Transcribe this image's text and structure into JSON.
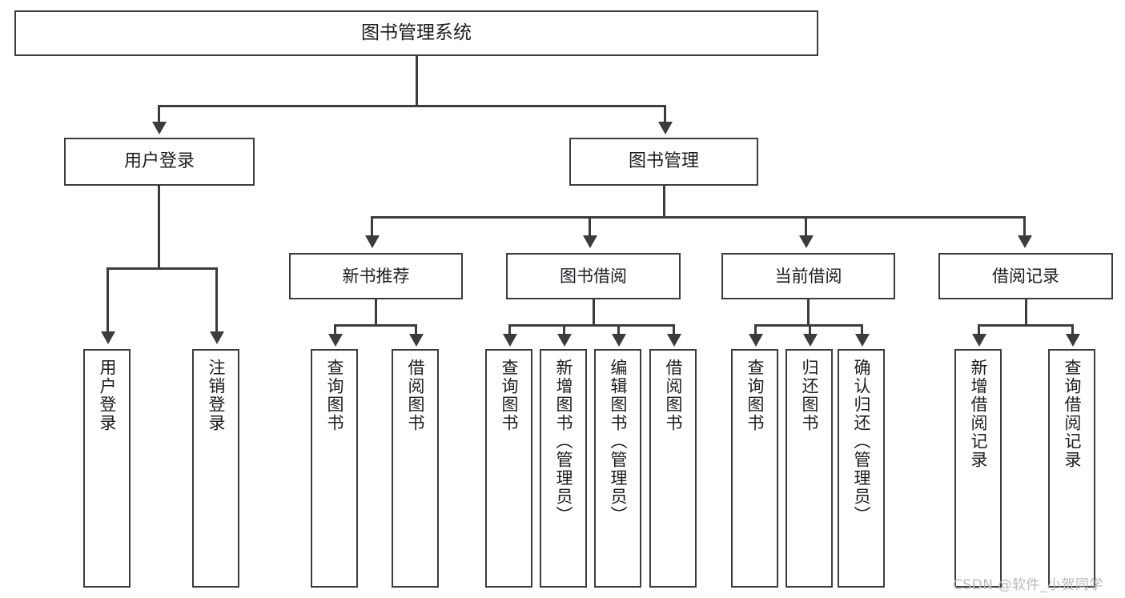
{
  "diagram": {
    "type": "tree",
    "title": "图书管理系统",
    "root": {
      "label": "图书管理系统"
    },
    "level1": [
      {
        "label": "用户登录"
      },
      {
        "label": "图书管理"
      }
    ],
    "level2": [
      {
        "label": "新书推荐"
      },
      {
        "label": "图书借阅"
      },
      {
        "label": "当前借阅"
      },
      {
        "label": "借阅记录"
      }
    ],
    "leaves": {
      "user_login": [
        {
          "label": "用户登录"
        },
        {
          "label": "注销登录"
        }
      ],
      "new_book": [
        {
          "label": "查询图书"
        },
        {
          "label": "借阅图书"
        }
      ],
      "book_borrow": [
        {
          "label": "查询图书"
        },
        {
          "label": "新增图书（管理员）"
        },
        {
          "label": "编辑图书（管理员）"
        },
        {
          "label": "借阅图书"
        }
      ],
      "current_borrow": [
        {
          "label": "查询图书"
        },
        {
          "label": "归还图书"
        },
        {
          "label": "确认归还（管理员）"
        }
      ],
      "borrow_record": [
        {
          "label": "新增借阅记录"
        },
        {
          "label": "查询借阅记录"
        }
      ]
    }
  },
  "watermark": {
    "text": "CSDN @软件_小贺同学"
  },
  "colors": {
    "stroke": "#3c3c3c",
    "text": "#1c1c22",
    "background": "#ffffff",
    "watermark": "#b9b9bd"
  }
}
